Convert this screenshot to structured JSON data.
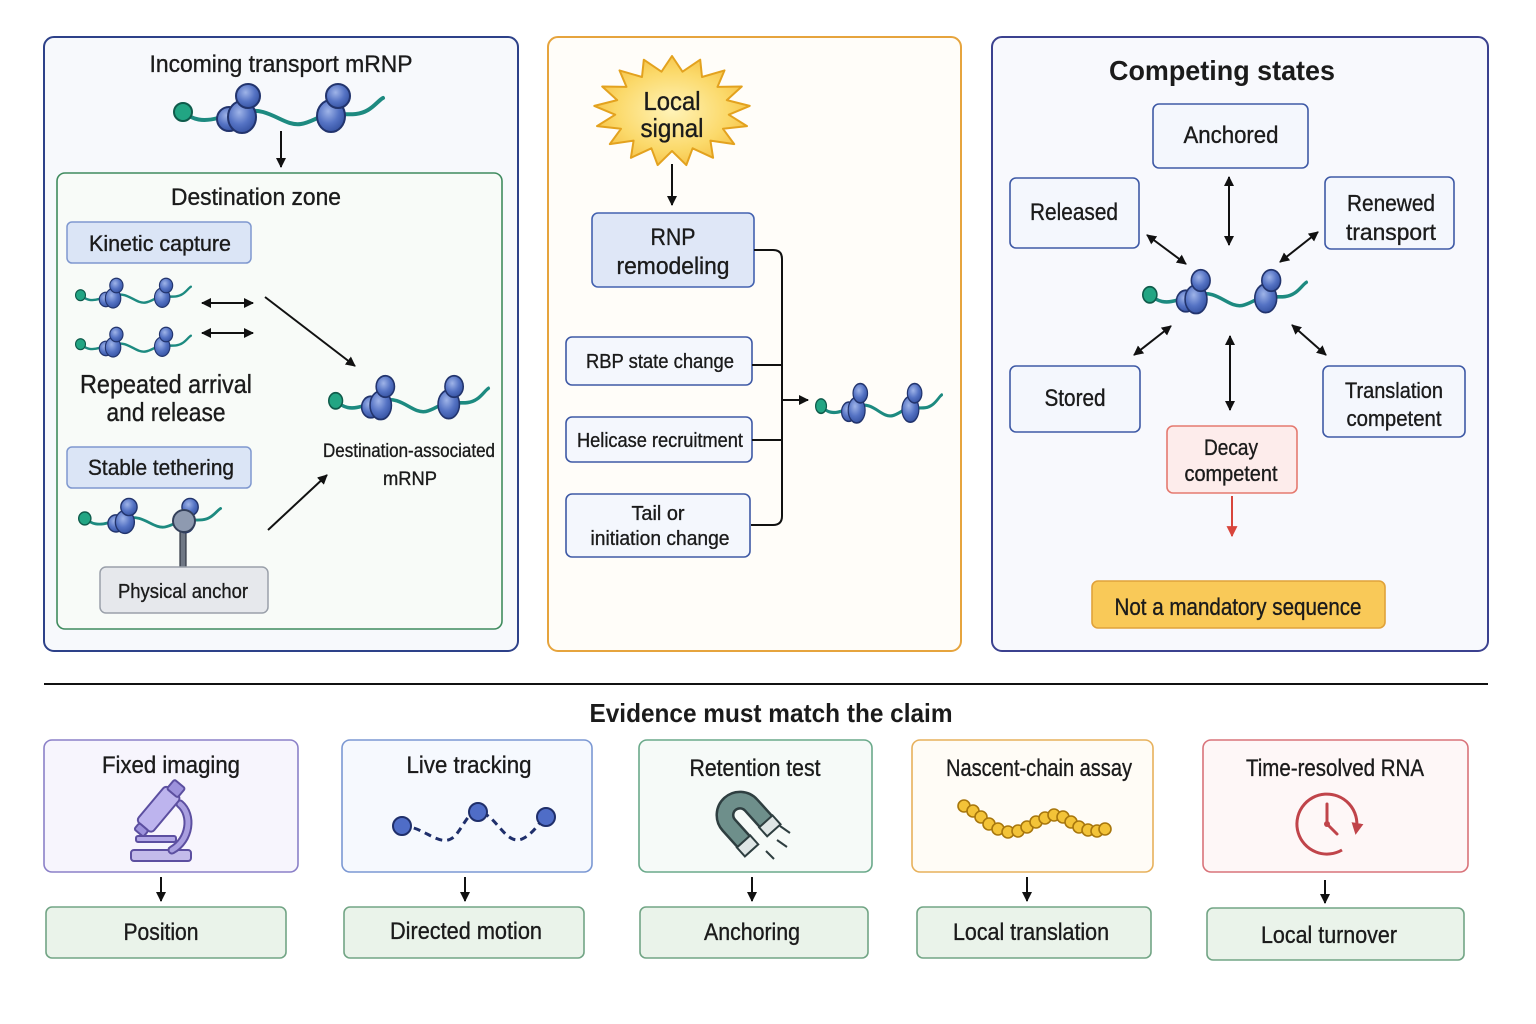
{
  "transport_panel": {
    "title": "Incoming transport mRNP",
    "zone": {
      "title": "Destination zone",
      "kinetic_capture": "Kinetic capture",
      "repeated": [
        "Repeated arrival",
        "and release"
      ],
      "stable_tethering": "Stable tethering",
      "physical_anchor": "Physical anchor",
      "destination": [
        "Destination-associated",
        "mRNP"
      ]
    }
  },
  "remodeling_panel": {
    "signal": [
      "Local",
      "signal"
    ],
    "rnp_remodeling": [
      "RNP",
      "remodeling"
    ],
    "inputs": {
      "rbp": "RBP state change",
      "helicase": "Helicase recruitment",
      "tail": [
        "Tail or",
        "initiation change"
      ]
    }
  },
  "states_panel": {
    "title": "Competing states",
    "anchored": "Anchored",
    "released": "Released",
    "renewed": [
      "Renewed",
      "transport"
    ],
    "stored": "Stored",
    "translation": [
      "Translation",
      "competent"
    ],
    "decay": [
      "Decay",
      "competent"
    ],
    "note": "Not a mandatory sequence"
  },
  "evidence": {
    "title": "Evidence must match the claim",
    "methods": [
      {
        "method": "Fixed imaging",
        "icon": "microscope-icon",
        "claim": "Position"
      },
      {
        "method": "Live tracking",
        "icon": "track-path-icon",
        "claim": "Directed motion"
      },
      {
        "method": "Retention test",
        "icon": "magnet-icon",
        "claim": "Anchoring"
      },
      {
        "method": "Nascent-chain assay",
        "icon": "bead-chain-icon",
        "claim": "Local translation"
      },
      {
        "method": "Time-resolved RNA",
        "icon": "clock-icon",
        "claim": "Local turnover"
      }
    ]
  },
  "colors": {
    "transport_panel_border": "#2d4189",
    "destination_zone_border": "#3f8b5e",
    "remodeling_panel_border": "#e6a43d",
    "states_panel_border": "#3b418f",
    "decay_accent": "#d8453c",
    "note_fill": "#f9c958",
    "mrna_strand": "#1d8a80",
    "ribosome_blue": "#4462b8",
    "claim_box_fill": "#eaf3ea"
  }
}
